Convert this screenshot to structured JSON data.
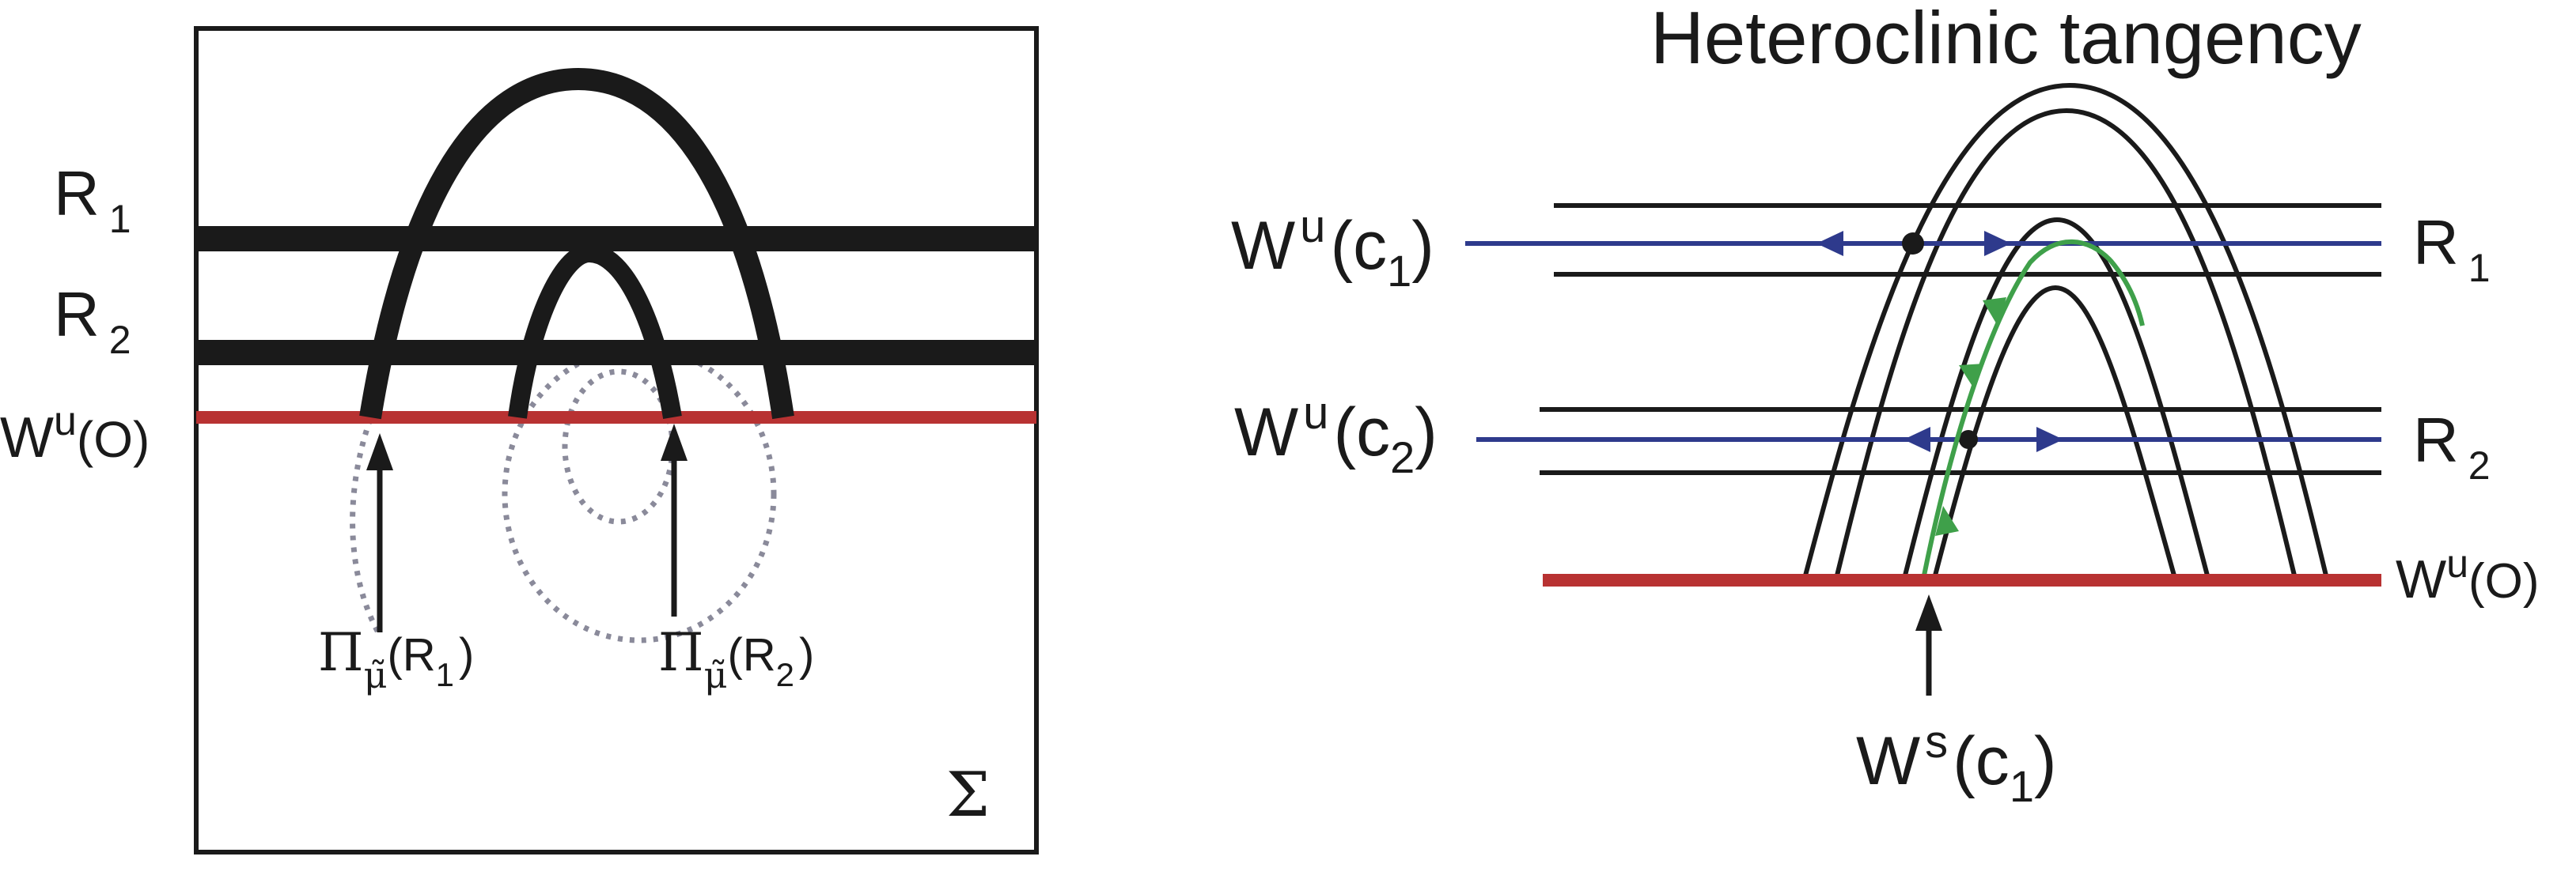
{
  "left_panel": {
    "labels": {
      "r1": "R",
      "r1_sub": "1",
      "r2": "R",
      "r2_sub": "2",
      "wuo_w": "W",
      "wuo_sup": "u",
      "wuo_arg": "(O)",
      "pi_r1_pi": "Π",
      "pi_r1_mu": "μ̃",
      "pi_r1_arg": "(R",
      "pi_r1_sub": "1",
      "pi_r1_close": ")",
      "pi_r2_pi": "Π",
      "pi_r2_mu": "μ̃",
      "pi_r2_arg": "(R",
      "pi_r2_sub": "2",
      "pi_r2_close": ")",
      "sigma": "Σ"
    }
  },
  "right_panel": {
    "title": "Heteroclinic tangency",
    "labels": {
      "wu_c1_w": "W",
      "wu_c1_sup": "u",
      "wu_c1_arg": "(c",
      "wu_c1_sub": "1",
      "wu_c1_close": ")",
      "wu_c2_w": "W",
      "wu_c2_sup": "u",
      "wu_c2_arg": "(c",
      "wu_c2_sub": "2",
      "wu_c2_close": ")",
      "r1": "R",
      "r1_sub": "1",
      "r2": "R",
      "r2_sub": "2",
      "wuo_w": "W",
      "wuo_sup": "u",
      "wuo_arg": "(O)",
      "ws_c1_w": "W",
      "ws_c1_sup": "s",
      "ws_c1_arg": "(c",
      "ws_c1_sub": "1",
      "ws_c1_close": ")"
    }
  },
  "colors": {
    "black": "#1a1a1a",
    "red": "#b83232",
    "blue": "#2e3a8c",
    "green": "#3fa04a",
    "grey_dotted": "#8a8a9a"
  }
}
